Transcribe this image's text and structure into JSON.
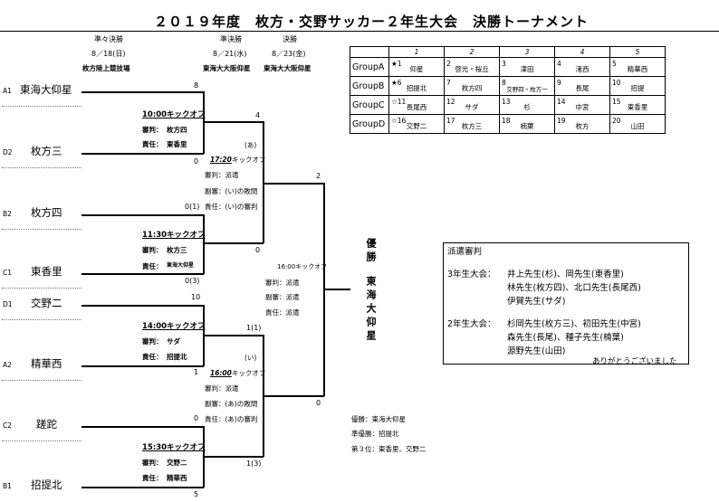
{
  "title": "２０１９年度　枚方・交野サッカー２年生大会　決勝トーナメント",
  "rounds": {
    "qf": {
      "label": "準々決勝",
      "date": "8／18(日)",
      "venue": "枚方陸上競技場"
    },
    "sf": {
      "label": "準決勝",
      "date": "8／21(水)",
      "venue": "東海大大阪仰星"
    },
    "final": {
      "label": "決勝",
      "date": "8／23(金)",
      "venue": "東海大大阪仰星"
    }
  },
  "teams": [
    {
      "code": "A1",
      "name": "東海大仰星",
      "score": "8"
    },
    {
      "code": "D2",
      "name": "枚方三",
      "score": "0"
    },
    {
      "code": "B2",
      "name": "枚方四",
      "score": "0(1)"
    },
    {
      "code": "C1",
      "name": "東香里",
      "score": "0(3)"
    },
    {
      "code": "D1",
      "name": "交野二",
      "score": "10"
    },
    {
      "code": "A2",
      "name": "精華西",
      "score": "1"
    },
    {
      "code": "C2",
      "name": "蹉跎",
      "score": "0"
    },
    {
      "code": "B1",
      "name": "招提北",
      "score": "5"
    }
  ],
  "qf_matches": [
    {
      "kickoff": "10:00キックオフ",
      "referee": "審判：",
      "referee_team": "枚方四",
      "responsible": "責任：",
      "responsible_team": "東香里"
    },
    {
      "kickoff": "11:30キックオフ",
      "referee": "審判：",
      "referee_team": "枚方三",
      "responsible": "責任：",
      "responsible_team": "東海大仰星"
    },
    {
      "kickoff": "14:00キックオフ",
      "referee": "審判：",
      "referee_team": "サダ",
      "responsible": "責任：",
      "responsible_team": "招提北"
    },
    {
      "kickoff": "15:30キックオフ",
      "referee": "審判：",
      "referee_team": "交野二",
      "responsible": "責任：",
      "responsible_team": "精華西"
    }
  ],
  "sf_matches": [
    {
      "mark": "(あ)",
      "time": "17:20",
      "kickoff_suffix": "キックオフ",
      "referee": "審判：派遣",
      "assistant": "副審：(い)の敗問",
      "responsible": "責任：(い)の審判",
      "score_top": "4",
      "score_bottom": "0"
    },
    {
      "mark": "(い)",
      "time": "16:00",
      "kickoff_suffix": "キックオフ",
      "referee": "審判：派遣",
      "assistant": "副審：(あ)の敗問",
      "responsible": "責任：(あ)の審判",
      "score_top": "1(1)",
      "score_bottom": "1(3)"
    }
  ],
  "final_match": {
    "kickoff": "16:00キックオフ",
    "referee": "審判：派遣",
    "assistant": "副審：派遣",
    "responsible": "責任：派遣",
    "score_top": "2",
    "score_bottom": "0"
  },
  "winner": {
    "label": "優勝",
    "name": "東海大仰星"
  },
  "results": {
    "champion": "優勝：東海大仰星",
    "runner_up": "準優勝：招提北",
    "third": "第３位：東香里、交野二"
  },
  "group_table": {
    "columns": [
      "1",
      "2",
      "3",
      "4",
      "5"
    ],
    "rows": [
      {
        "group": "GroupA",
        "cells": [
          {
            "n": "★1",
            "v": "仰星"
          },
          {
            "n": "2",
            "v": "啓光・桜丘"
          },
          {
            "n": "3",
            "v": "津田"
          },
          {
            "n": "4",
            "v": "渚西"
          },
          {
            "n": "5",
            "v": "精華西"
          }
        ]
      },
      {
        "group": "GroupB",
        "cells": [
          {
            "n": "★6",
            "v": "招提北"
          },
          {
            "n": "7",
            "v": "枚方四"
          },
          {
            "n": "8",
            "v": "交野四・枚方一"
          },
          {
            "n": "9",
            "v": "長尾"
          },
          {
            "n": "10",
            "v": "招提"
          }
        ]
      },
      {
        "group": "GroupC",
        "cells": [
          {
            "n": "☆11",
            "v": "長尾西"
          },
          {
            "n": "12",
            "v": "サダ"
          },
          {
            "n": "13",
            "v": "杉"
          },
          {
            "n": "14",
            "v": "中宮"
          },
          {
            "n": "15",
            "v": "東香里"
          }
        ]
      },
      {
        "group": "GroupD",
        "cells": [
          {
            "n": "☆16",
            "v": "交野二"
          },
          {
            "n": "17",
            "v": "枚方三"
          },
          {
            "n": "18",
            "v": "楠葉"
          },
          {
            "n": "19",
            "v": "枚方"
          },
          {
            "n": "20",
            "v": "山田"
          }
        ]
      }
    ]
  },
  "referee_box": {
    "title": "派遣審判",
    "g3_label": "3年生大会：",
    "g3_lines": [
      "井上先生(杉)、岡先生(東香里)",
      "林先生(枚方四)、北口先生(長尾西)",
      "伊賀先生(サダ)"
    ],
    "g2_label": "2年生大会：",
    "g2_lines": [
      "杉岡先生(枚方三)、初田先生(中宮)",
      "森先生(長尾)、種子先生(楠葉)",
      "源野先生(山田)"
    ],
    "thanks": "ありがとうございました"
  }
}
